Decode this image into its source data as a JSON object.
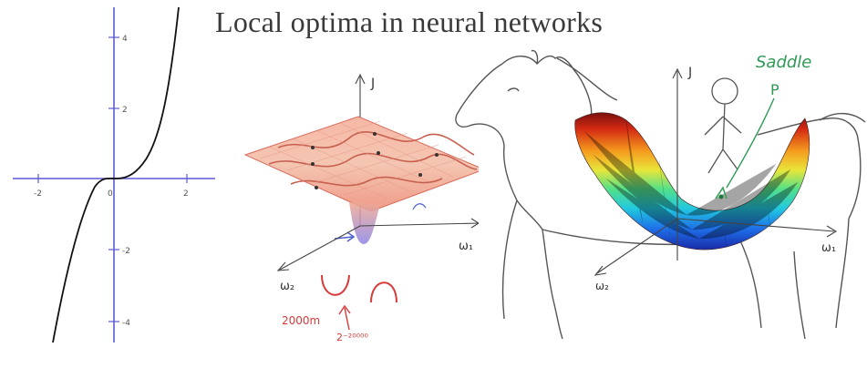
{
  "slide": {
    "title": "Local optima in neural networks"
  },
  "graph": {
    "x_ticks": [
      "-2",
      "0",
      "2"
    ],
    "y_ticks": [
      "4",
      "2",
      "-2",
      "-4"
    ]
  },
  "surface_plot": {
    "axis_j": "J",
    "axis_w1": "ω₁",
    "axis_w2": "ω₂",
    "note_count": "2000m",
    "note_prob": "2⁻²⁰⁰⁰⁰"
  },
  "saddle_plot": {
    "axis_j": "J",
    "axis_w1": "ω₁",
    "axis_w2": "ω₂",
    "saddle_label": "Saddle",
    "saddle_point_label": "P"
  },
  "colors": {
    "axis_blue": "#5b5bd6",
    "curve": "#111111",
    "title": "#3a3a3a",
    "pink_surface": "#f3a593",
    "pink_edge": "#d96a5a",
    "red_ink": "#d83a3a",
    "green_ink": "#2f9a56",
    "saddle_green": "#3f9f5f"
  }
}
